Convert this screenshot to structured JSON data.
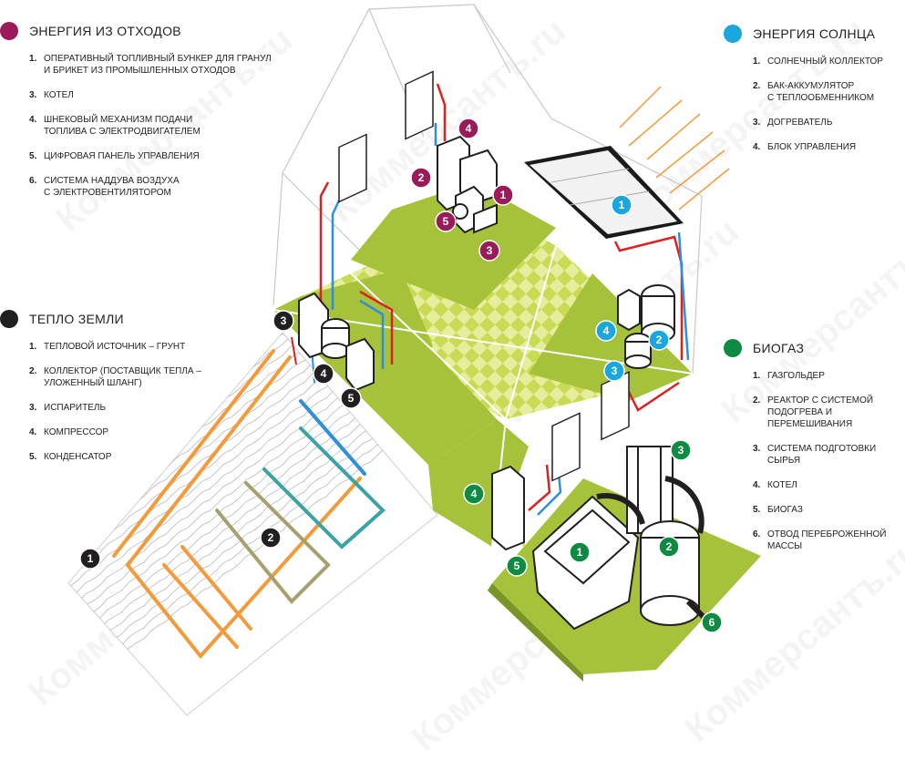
{
  "colors": {
    "waste": "#9b1b5a",
    "solar": "#1aa7e0",
    "ground": "#231f20",
    "biogas": "#0f8a43",
    "floor_green": "#a5c23a",
    "check_light": "#d9e57a",
    "pipe_red": "#e02020",
    "pipe_blue": "#2f8fd8",
    "pipe_orange": "#f39a3a",
    "pipe_teal": "#3aa3a3",
    "pipe_olive": "#a5a06e"
  },
  "watermark": "Коммерсантъ.ru",
  "sections": {
    "waste": {
      "title": "ЭНЕРГИЯ ИЗ ОТХОДОВ",
      "items": [
        {
          "num": "1.",
          "text": "ОПЕРАТИВНЫЙ ТОПЛИВНЫЙ БУНКЕР ДЛЯ ГРАНУЛ\nИ БРИКЕТ ИЗ ПРОМЫШЛЕННЫХ ОТХОДОВ"
        },
        {
          "num": "3.",
          "text": "КОТЕЛ"
        },
        {
          "num": "4.",
          "text": "ШНЕКОВЫЙ МЕХАНИЗМ ПОДАЧИ\nТОПЛИВА С ЭЛЕКТРОДВИГАТЕЛЕМ"
        },
        {
          "num": "5.",
          "text": "ЦИФРОВАЯ ПАНЕЛЬ УПРАВЛЕНИЯ"
        },
        {
          "num": "6.",
          "text": "СИСТЕМА НАДДУВА ВОЗДУХА\nС ЭЛЕКТРОВЕНТИЛЯТОРОМ"
        }
      ]
    },
    "ground": {
      "title": "ТЕПЛО ЗЕМЛИ",
      "items": [
        {
          "num": "1.",
          "text": "ТЕПЛОВОЙ ИСТОЧНИК – ГРУНТ"
        },
        {
          "num": "2.",
          "text": "КОЛЛЕКТОР (ПОСТАВЩИК ТЕПЛА –\nУЛОЖЕННЫЙ ШЛАНГ)"
        },
        {
          "num": "3.",
          "text": "ИСПАРИТЕЛЬ"
        },
        {
          "num": "4.",
          "text": "КОМПРЕССОР"
        },
        {
          "num": "5.",
          "text": "КОНДЕНСАТОР"
        }
      ]
    },
    "solar": {
      "title": "ЭНЕРГИЯ СОЛНЦА",
      "items": [
        {
          "num": "1.",
          "text": "СОЛНЕЧНЫЙ КОЛЛЕКТОР"
        },
        {
          "num": "2.",
          "text": "БАК-АККУМУЛЯТОР\nС ТЕПЛООБМЕННИКОМ"
        },
        {
          "num": "3.",
          "text": "ДОГРЕВАТЕЛЬ"
        },
        {
          "num": "4.",
          "text": "БЛОК УПРАВЛЕНИЯ"
        }
      ]
    },
    "biogas": {
      "title": "БИОГАЗ",
      "items": [
        {
          "num": "1.",
          "text": "ГАЗГОЛЬДЕР"
        },
        {
          "num": "2.",
          "text": "РЕАКТОР С СИСТЕМОЙ\nПОДОГРЕВА И ПЕРЕМЕШИВАНИЯ"
        },
        {
          "num": "3.",
          "text": "СИСТЕМА ПОДГОТОВКИ СЫРЬЯ"
        },
        {
          "num": "4.",
          "text": "КОТЕЛ"
        },
        {
          "num": "5.",
          "text": "БИОГАЗ"
        },
        {
          "num": "6.",
          "text": "ОТВОД ПЕРЕБРОЖЕННОЙ МАССЫ"
        }
      ]
    }
  },
  "markers": {
    "waste": [
      "4",
      "2",
      "1",
      "5",
      "3"
    ],
    "solar": [
      "1",
      "4",
      "2",
      "3"
    ],
    "ground": [
      "3",
      "4",
      "5",
      "2",
      "1"
    ],
    "biogas": [
      "3",
      "1",
      "2",
      "4",
      "5",
      "6"
    ]
  }
}
